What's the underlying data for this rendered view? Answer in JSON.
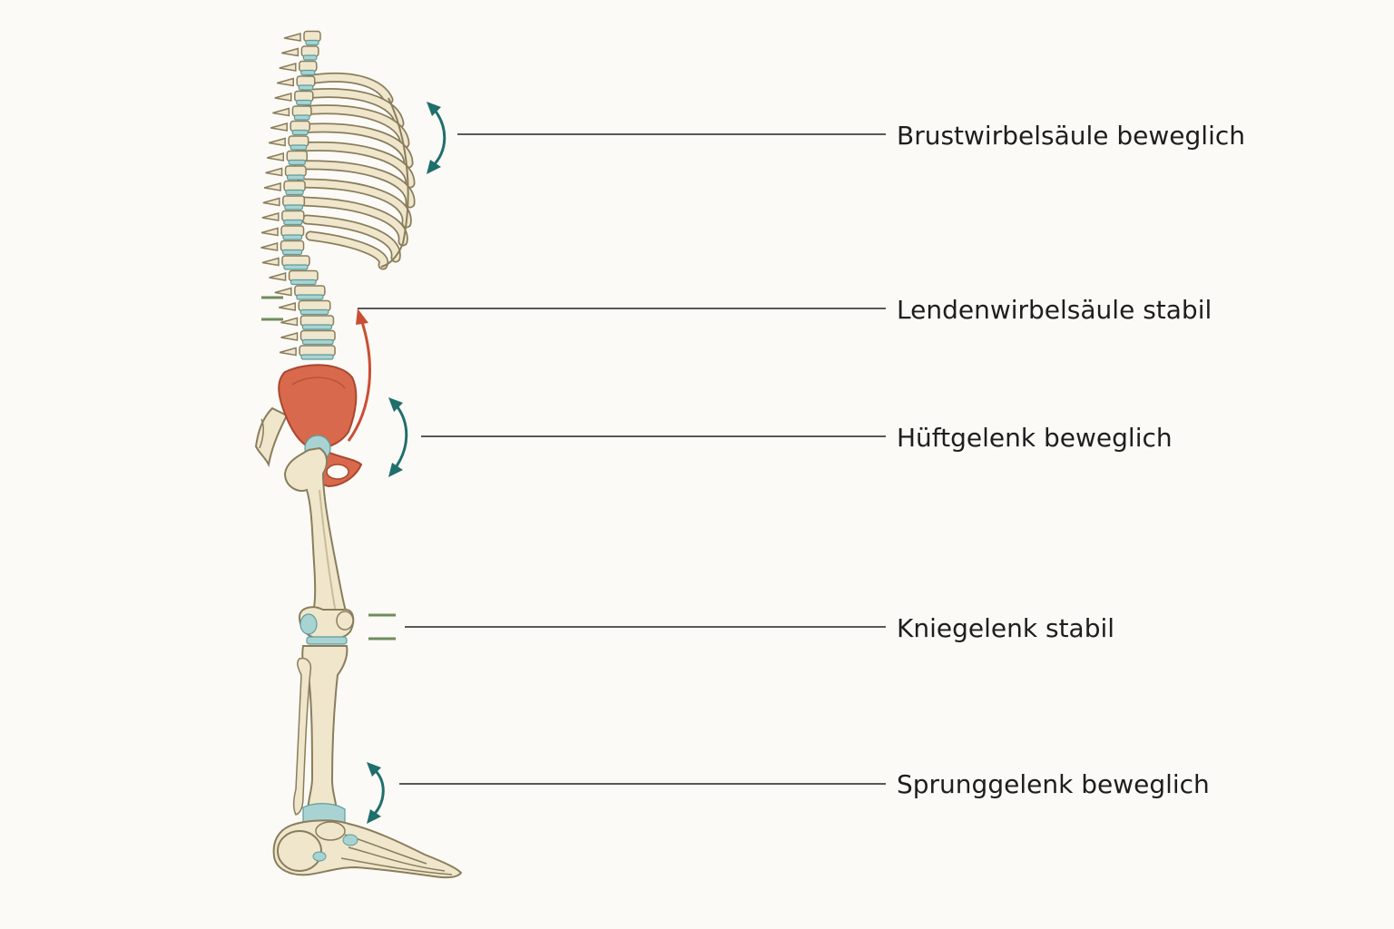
{
  "labels": [
    {
      "id": "thoracic",
      "text": "Brustwirbelsäule beweglich",
      "status": "beweglich"
    },
    {
      "id": "lumbar",
      "text": "Lendenwirbelsäule stabil",
      "status": "stabil"
    },
    {
      "id": "hip",
      "text": "Hüftgelenk beweglich",
      "status": "beweglich"
    },
    {
      "id": "knee",
      "text": "Kniegelenk stabil",
      "status": "stabil"
    },
    {
      "id": "ankle",
      "text": "Sprunggelenk beweglich",
      "status": "beweglich"
    }
  ],
  "colors": {
    "mobile_arrow": "#1f6f6c",
    "stable_marker": "#6f8c5a",
    "pelvis_highlight": "#d9694d",
    "bone": "#efe6cc",
    "disc": "#a9d3d2",
    "background": "#fbfaf6"
  }
}
